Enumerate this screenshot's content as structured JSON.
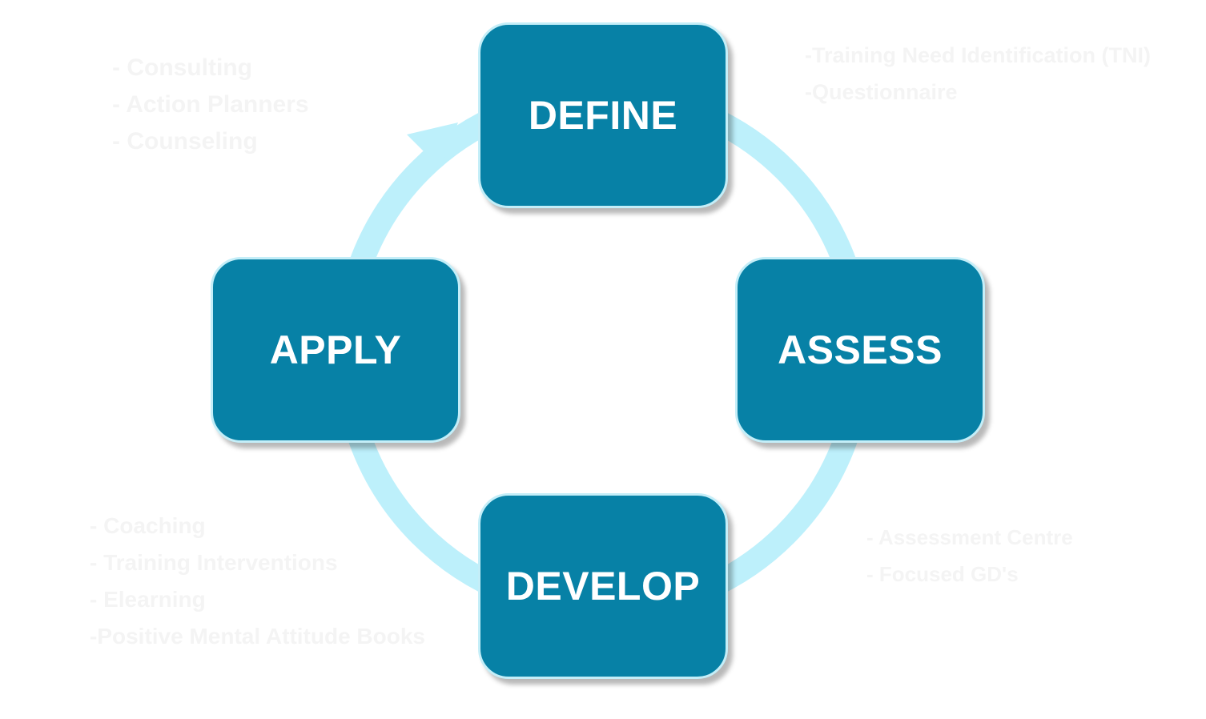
{
  "steps": {
    "define": "DEFINE",
    "assess": "ASSESS",
    "develop": "DEVELOP",
    "apply": "APPLY"
  },
  "notes": {
    "top_left": [
      "- Consulting",
      "- Action Planners",
      "- Counseling"
    ],
    "top_right": [
      "-Training Need Identification (TNI)",
      "-Questionnaire"
    ],
    "bottom_left": [
      "- Coaching",
      "- Training Interventions",
      "- Elearning",
      "-Positive Mental Attitude Books"
    ],
    "bottom_right": [
      "- Assessment Centre",
      "- Focused GD's"
    ]
  },
  "colors": {
    "box": "#0781a6",
    "ring": "#bdf0fb",
    "faint_text": "#f4f4f4"
  }
}
